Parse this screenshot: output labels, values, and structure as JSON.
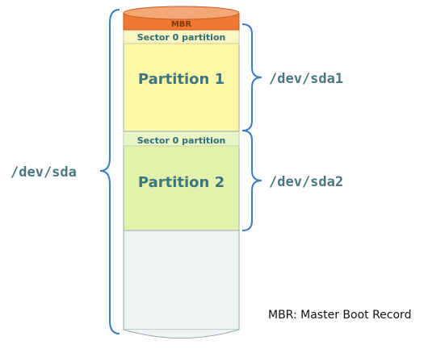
{
  "disk": {
    "device_label": "/dev/sda",
    "mbr_label": "MBR",
    "partitions": [
      {
        "name": "Partition 1",
        "sector_label": "Sector 0 partition",
        "device": "/dev/sda1"
      },
      {
        "name": "Partition 2",
        "sector_label": "Sector 0 partition",
        "device": "/dev/sda2"
      }
    ]
  },
  "note": "MBR: Master Boot Record",
  "colors": {
    "mbr_fill": "#f07830",
    "mbr_top": "#f4a878",
    "partition1_fill": "#fdf7a8",
    "partition2_fill": "#e2f2ab",
    "sector_band": "#eaf6c8",
    "free_fill": "#eef4f4",
    "brace": "#3b7bbf",
    "label_text": "#4a7680",
    "partition_text": "#3e7680",
    "sector_text": "#2f6d74"
  }
}
